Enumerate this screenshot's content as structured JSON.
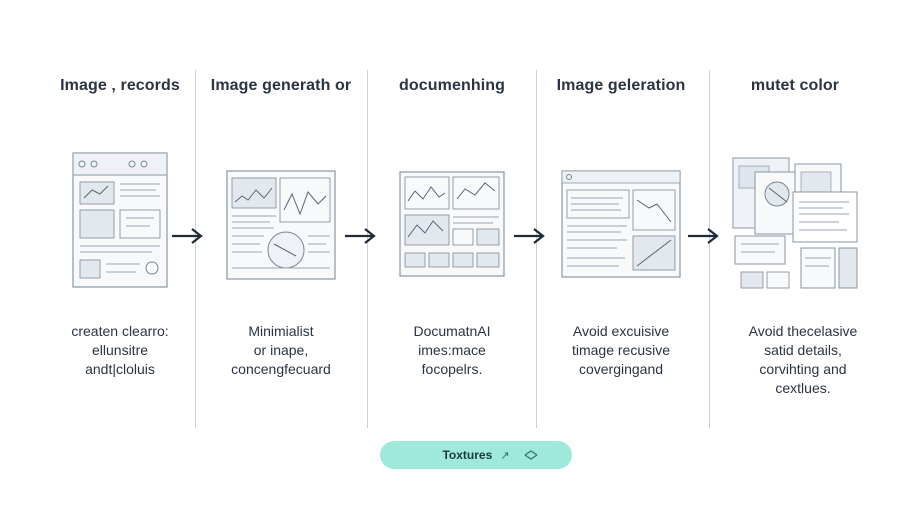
{
  "columns": [
    {
      "title": "Image ‚ records",
      "desc": [
        "createn clearro:",
        "ellunsitre",
        "andt|cloluis"
      ],
      "thumb": "page-layout-icon"
    },
    {
      "title": "Image generath or",
      "desc": [
        "Minimialist",
        "or inape,",
        "concengfecuard"
      ],
      "thumb": "chart-layout-icon"
    },
    {
      "title": "documenhing",
      "desc": [
        "DocumatnAI",
        "imes:mace",
        "focopelrs."
      ],
      "thumb": "document-layout-icon"
    },
    {
      "title": "Image geleration",
      "desc": [
        "Avoid excuisive",
        "timage recusive",
        "covergingand"
      ],
      "thumb": "screen-layout-icon"
    },
    {
      "title": "mutet color",
      "desc": [
        "Avoid thecelasive",
        "satid details,",
        "corvihting and",
        "cextlues."
      ],
      "thumb": "stacked-pages-icon"
    }
  ],
  "pill": {
    "label": "Toxtures",
    "mark": "↗"
  },
  "colors": {
    "pill": "#9ee9dc",
    "line": "#c9d3dc",
    "sketch": "#7b8794",
    "arrow": "#1f2a36"
  }
}
